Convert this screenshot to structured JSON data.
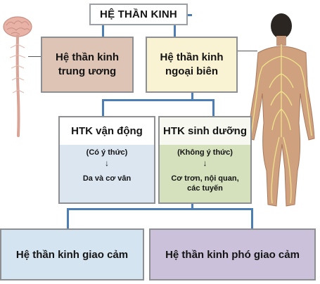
{
  "diagram": {
    "root": "HỆ THẦN KINH",
    "central": "Hệ thần kinh\ntrung ương",
    "peripheral": "Hệ thần kinh\nngoại biên",
    "somatic": {
      "title": "HTK vận động",
      "note": "(Có ý thức)",
      "effector": "Da và cơ vân"
    },
    "autonomic": {
      "title": "HTK sinh dưỡng",
      "note": "(Không ý thức)",
      "effector": "Cơ trơn, nội quan,\ncác tuyến"
    },
    "sympathetic": "Hệ thần kinh giao cảm",
    "parasympathetic": "Hệ thần kinh phó giao cảm",
    "arrow_glyph": "↓",
    "colors": {
      "connector": "#4c7db3",
      "central_fill": "#dec4b5",
      "peripheral_fill": "#faf3d3",
      "somatic_fill": "#dce6f1",
      "autonomic_fill": "#d5e0bd",
      "sympathetic_fill": "#d5e4f1",
      "parasympathetic_fill": "#cbc1da"
    }
  },
  "illustrations": {
    "left": "brain-and-spinal-cord",
    "right": "human-body-nerves-back-view"
  }
}
